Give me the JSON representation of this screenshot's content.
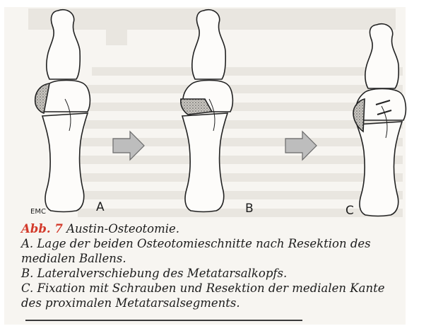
{
  "figure": {
    "credit": "EMC",
    "labels": [
      "A",
      "B",
      "C"
    ]
  },
  "caption": {
    "figure_number": "Abb. 7",
    "title": "Austin-Osteotomie.",
    "lines": [
      "A. Lage der beiden Osteotomieschnitte nach Resektion des",
      "medialen Ballens.",
      "B. Lateralverschiebung des Metatarsalkopfs.",
      "C. Fixation mit Schrauben und Resektion der medialen Kante",
      "des proximalen Metatarsalsegments."
    ]
  },
  "colors": {
    "figure_number": "#d33a2b",
    "text": "#1c1c1c",
    "paper": "#f7f5f1"
  }
}
